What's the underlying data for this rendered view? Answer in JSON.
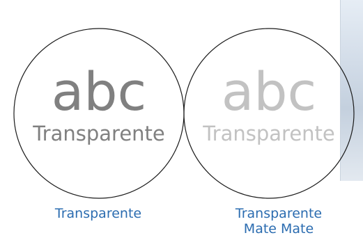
{
  "lens_left": {
    "big_text": "abc",
    "small_text": "Transparente",
    "text_color": "#808080",
    "caption": "Transparente"
  },
  "lens_right": {
    "big_text": "abc",
    "small_text": "Transparente",
    "text_color": "#c2c2c2",
    "caption_line1": "Transparente",
    "caption_line2": "Mate Mate"
  },
  "colors": {
    "circle_stroke": "#1a1a1a",
    "caption": "#2b6cb0"
  },
  "background_photo": "photo-edge-image"
}
